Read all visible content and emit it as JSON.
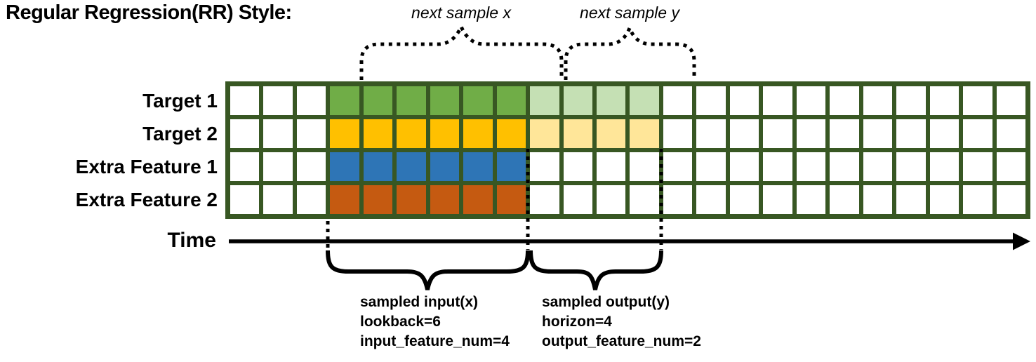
{
  "title": "Regular Regression(RR) Style:",
  "annotations": {
    "next_sample_x": "next sample x",
    "next_sample_y": "next sample y",
    "time_label": "Time",
    "input_block": {
      "line1": "sampled input(x)",
      "line2": "lookback=6",
      "line3": "input_feature_num=4"
    },
    "output_block": {
      "line1": "sampled output(y)",
      "line2": "horizon=4",
      "line3": "output_feature_num=2"
    }
  },
  "grid": {
    "columns": 24,
    "input_start": 3,
    "border_color": "#385723",
    "cell_color": "#ffffff",
    "rows": [
      {
        "label": "Target 1",
        "input_len": 6,
        "output_len": 4,
        "input_color": "#70AD47",
        "output_color": "#C5E0B4"
      },
      {
        "label": "Target 2",
        "input_len": 6,
        "output_len": 4,
        "input_color": "#FFC000",
        "output_color": "#FFE699"
      },
      {
        "label": "Extra Feature 1",
        "input_len": 6,
        "output_len": 0,
        "input_color": "#2E75B6",
        "output_color": null
      },
      {
        "label": "Extra Feature 2",
        "input_len": 6,
        "output_len": 0,
        "input_color": "#C55A11",
        "output_color": null
      }
    ]
  }
}
